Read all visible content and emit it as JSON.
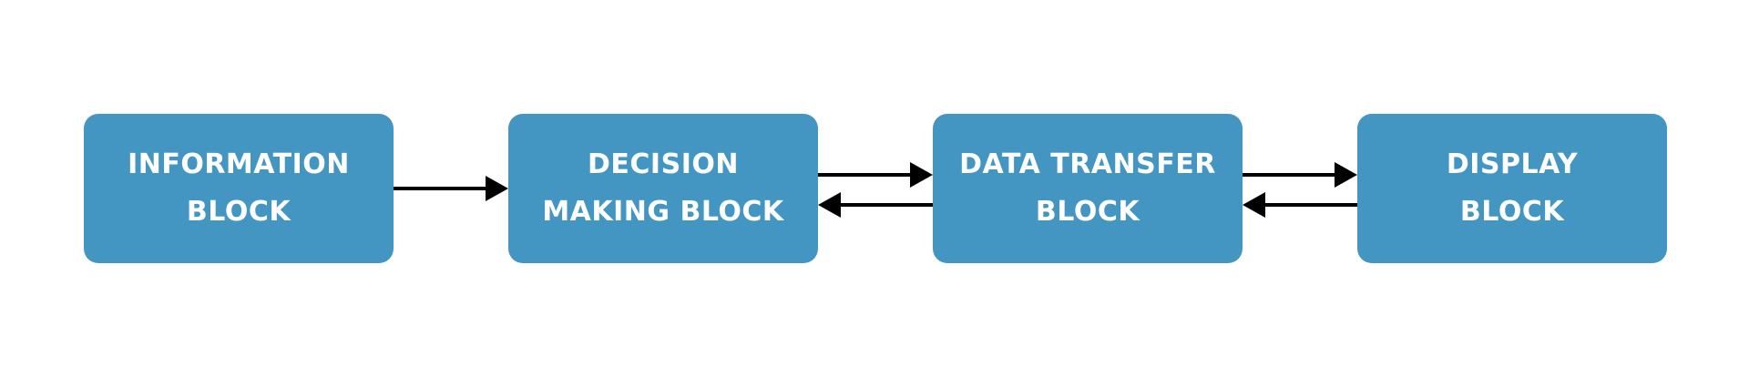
{
  "colors": {
    "block_fill": "#4396c2",
    "block_text": "#ffffff",
    "arrow": "#000000",
    "background": "#ffffff"
  },
  "blocks": [
    {
      "id": "information",
      "lines": [
        "INFORMATION",
        "BLOCK"
      ]
    },
    {
      "id": "decision",
      "lines": [
        "DECISION",
        "MAKING BLOCK"
      ]
    },
    {
      "id": "data-transfer",
      "lines": [
        "DATA TRANSFER",
        "BLOCK"
      ]
    },
    {
      "id": "display",
      "lines": [
        "DISPLAY",
        "BLOCK"
      ]
    }
  ],
  "connections": [
    {
      "from": "information",
      "to": "decision"
    },
    {
      "from": "decision",
      "to": "data-transfer"
    },
    {
      "from": "data-transfer",
      "to": "decision"
    },
    {
      "from": "data-transfer",
      "to": "display"
    },
    {
      "from": "display",
      "to": "data-transfer"
    }
  ]
}
